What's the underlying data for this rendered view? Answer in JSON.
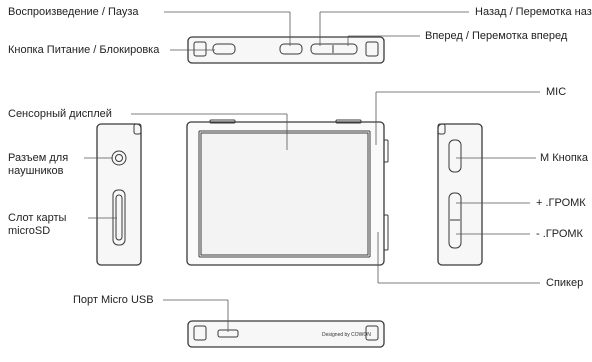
{
  "labels": {
    "play_pause": "Воспроизведение / Пауза",
    "power_lock": "Кнопка Питание / Блокировка",
    "back_rewind": "Назад / Перемотка назад",
    "forward_ff": "Вперед / Перемотка вперед",
    "touch_display": "Сенсорный дисплей",
    "mic": "MIC",
    "headphone_jack": "Разъем для\nнаушников",
    "microsd_slot": "Слот карты\nmicroSD",
    "m_button": "M Кнопка",
    "vol_up": "+ .ГРОМК",
    "vol_down": "- .ГРОМК",
    "speaker": "Спикер",
    "micro_usb": "Порт Micro USB"
  },
  "device_text": {
    "brand": "Designed by COWON"
  }
}
